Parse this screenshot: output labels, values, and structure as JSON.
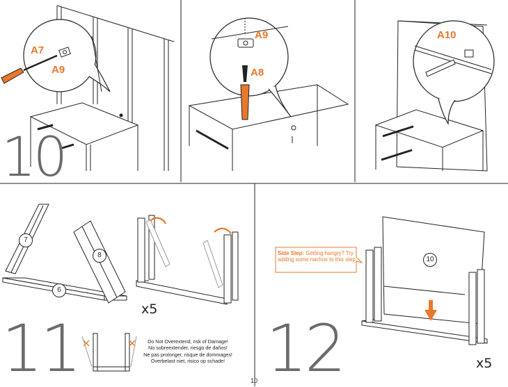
{
  "page_number": "10",
  "steps": [
    {
      "number": "10",
      "parts": [
        "A7",
        "A9",
        "A9",
        "A8",
        "A10"
      ]
    },
    {
      "number": "11",
      "callouts": [
        "7",
        "8",
        "6"
      ],
      "multiplier": "x5",
      "warning": [
        "Do Not Overextend, risk of Damage!",
        "No sobreextender, riesgo de daños!",
        "Ne pas prolonger, risque de dommages!",
        "Overbelast niet, risico op schade!"
      ]
    },
    {
      "number": "12",
      "callouts": [
        "10"
      ],
      "multiplier": "x5",
      "tip_label": "Side Step:",
      "tip_text": "Getting hangry? Try adding some nachos to this step."
    }
  ],
  "colors": {
    "accent": "#e8782c",
    "line": "#222222",
    "step_number": "#6b6b6b"
  }
}
